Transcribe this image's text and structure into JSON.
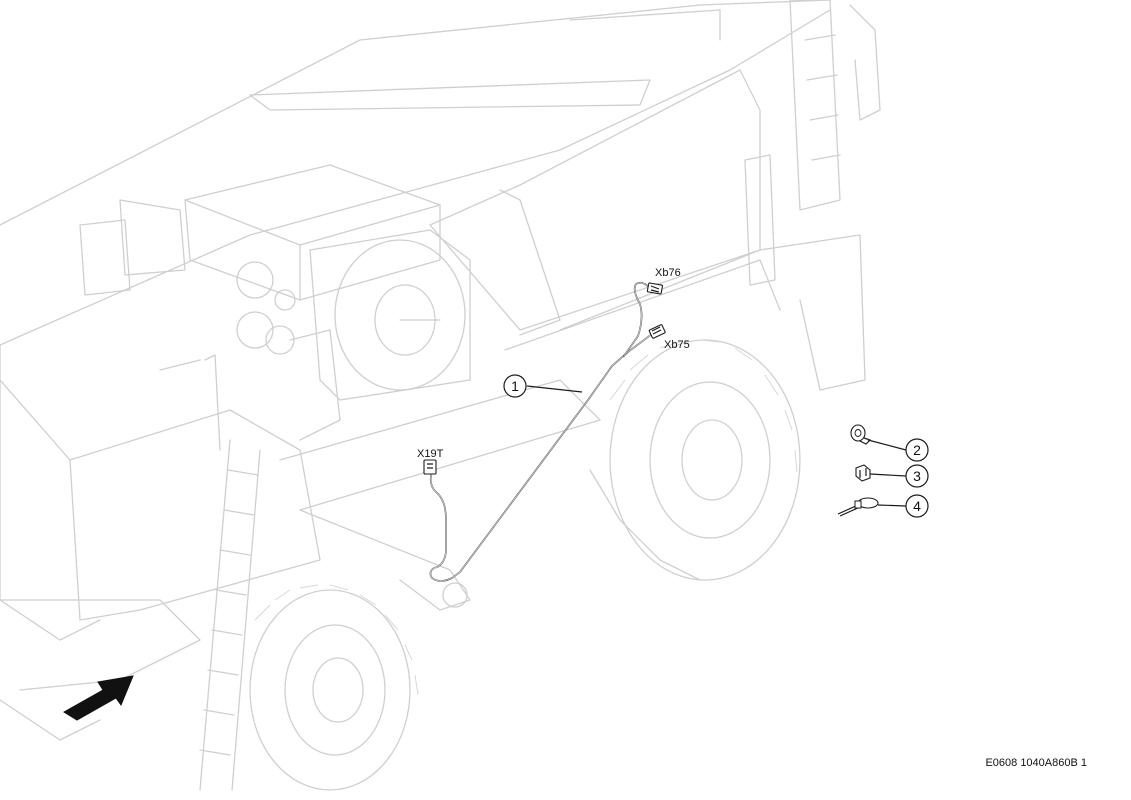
{
  "connectors": {
    "xb76": "Xb76",
    "xb75": "Xb75",
    "x19t": "X19T"
  },
  "callouts": {
    "harness": "1",
    "clip": "2",
    "bracket": "3",
    "cable_tie": "4"
  },
  "drawing_reference": "E0608 1040A860B 1",
  "colors": {
    "machine_outline": "#cfcfcf",
    "harness": "#3a3a3a",
    "arrow": "#111111"
  }
}
